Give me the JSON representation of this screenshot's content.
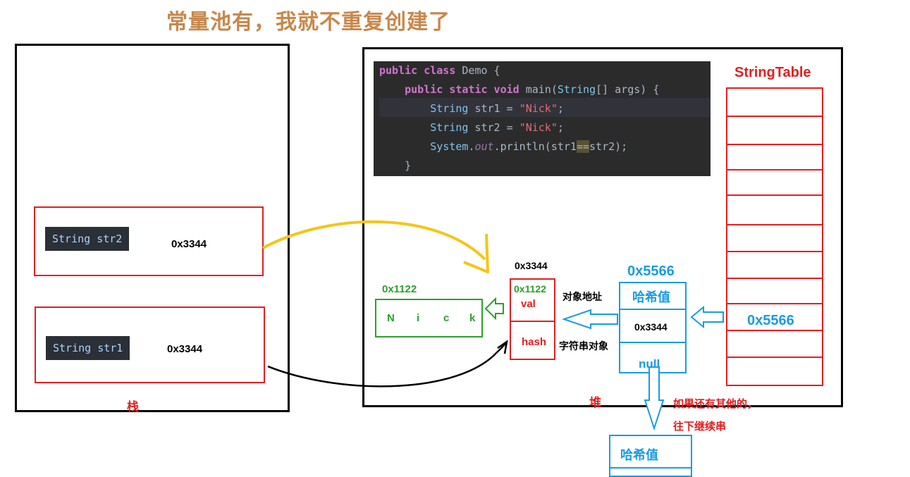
{
  "title": "常量池有，我就不重复创建了",
  "stack": {
    "label": "栈",
    "vars": [
      {
        "name": "String str2",
        "address": "0x3344"
      },
      {
        "name": "String str1",
        "address": "0x3344"
      }
    ]
  },
  "code": {
    "lines": [
      "public class Demo {",
      "    public static void main(String[] args) {",
      "        String str1 = \"Nick\";",
      "        String str2 = \"Nick\";",
      "        System.out.println(str1==str2);",
      "    }"
    ]
  },
  "heap": {
    "label": "堆",
    "char_array": {
      "address": "0x1122",
      "chars": [
        "N",
        "i",
        "c",
        "k"
      ]
    },
    "string_object": {
      "address": "0x3344",
      "val_ref": "0x1122",
      "val_label": "val",
      "hash_label": "hash"
    },
    "labels": {
      "object_address": "对象地址",
      "string_object": "字符串对象"
    },
    "entry": {
      "address": "0x5566",
      "hash_label": "哈希值",
      "value": "0x3344",
      "next": "null"
    },
    "chain_note_line1": "如果还有其他的，",
    "chain_note_line2": "往下继续串",
    "next_entry_label": "哈希值"
  },
  "string_table": {
    "title": "StringTable",
    "highlight_value": "0x5566",
    "rows": 11
  },
  "colors": {
    "title": "#c7884b",
    "red": "#e02020",
    "blue": "#1a9be0",
    "green": "#2ca02c",
    "yellow": "#f5c518"
  }
}
